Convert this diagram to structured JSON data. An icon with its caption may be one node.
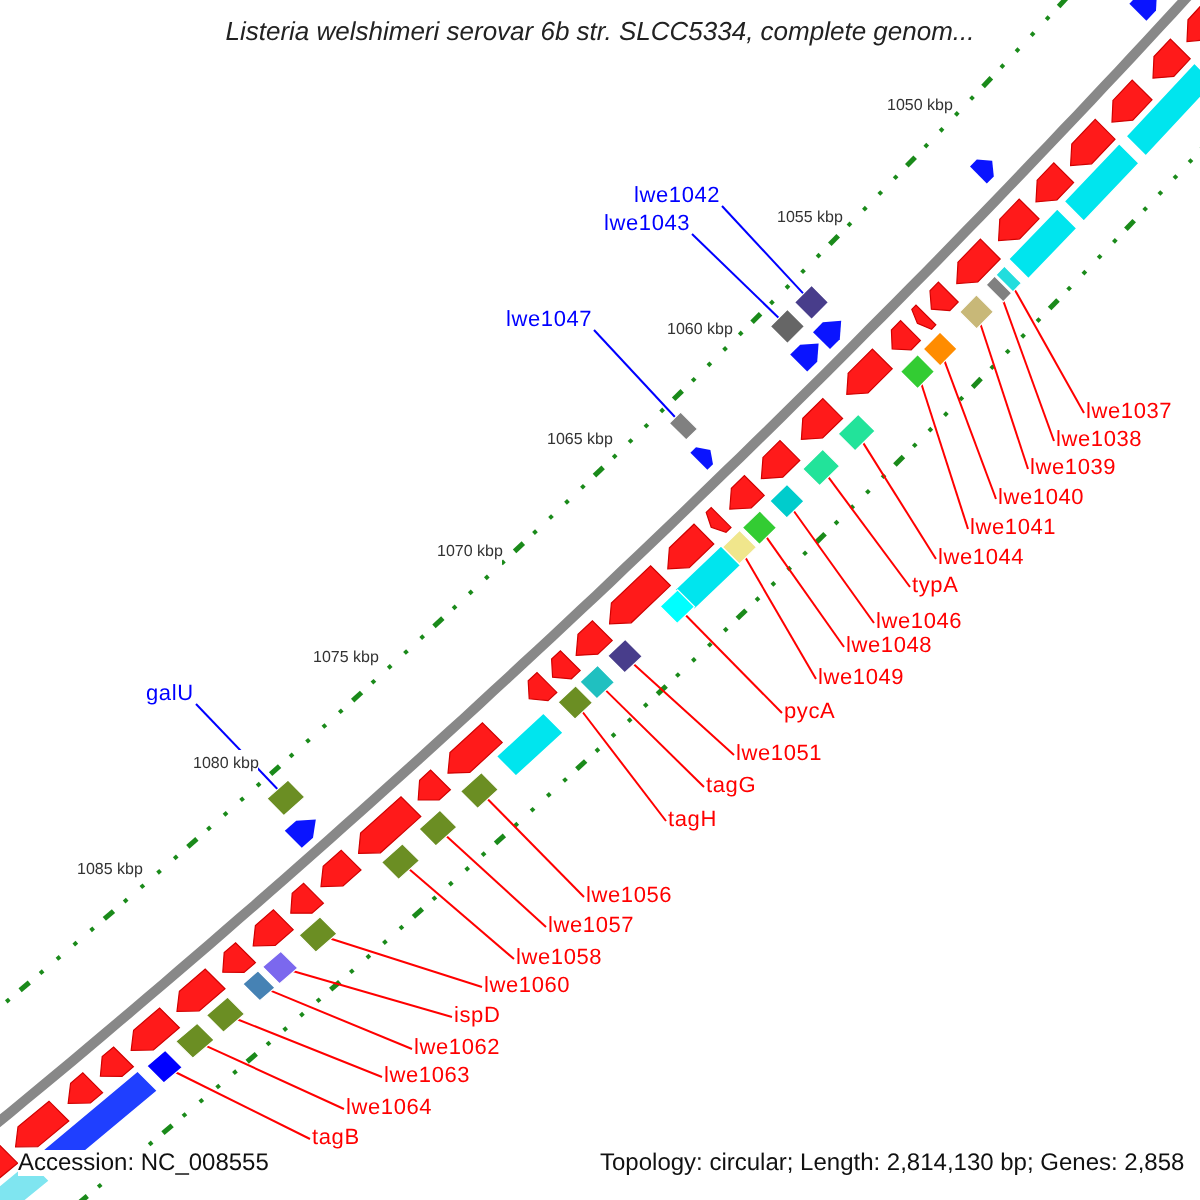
{
  "diagram": {
    "title": "Listeria welshimeri serovar 6b str. SLCC5334, complete genom...",
    "nodes": [
      {
        "text": [
          "lwe1042"
        ]
      },
      {
        "text": [],
        "shape": "diamond"
      },
      {
        "text": [
          "lwe1043"
        ]
      },
      {
        "text": [],
        "shape": "diamond"
      },
      {
        "text": [
          "lwe1047"
        ]
      },
      {
        "text": [],
        "shape": "diamond"
      },
      {
        "text": [
          "galU"
        ]
      },
      {
        "text": [],
        "shape": "diamond"
      },
      {
        "text": [
          "lwe1037"
        ]
      },
      {
        "text": [],
        "shape": "diamond"
      },
      {
        "text": [
          "lwe1038"
        ]
      },
      {
        "text": [],
        "shape": "diamond"
      },
      {
        "text": [
          "lwe1039"
        ]
      },
      {
        "text": [],
        "shape": "diamond"
      },
      {
        "text": [
          "lwe1040"
        ]
      },
      {
        "text": [],
        "shape": "diamond"
      },
      {
        "text": [
          "lwe1041"
        ]
      },
      {
        "text": [],
        "shape": "diamond"
      },
      {
        "text": [
          "lwe1044"
        ]
      },
      {
        "text": [],
        "shape": "diamond"
      },
      {
        "text": [
          "typA"
        ]
      },
      {
        "text": [],
        "shape": "diamond"
      },
      {
        "text": [
          "lwe1046"
        ]
      },
      {
        "text": [],
        "shape": "diamond"
      },
      {
        "text": [
          "lwe1048"
        ]
      },
      {
        "text": [],
        "shape": "diamond"
      },
      {
        "text": [
          "lwe1049"
        ]
      },
      {
        "text": [],
        "shape": "diamond"
      },
      {
        "text": [
          "pycA"
        ]
      },
      {
        "text": [],
        "shape": "diamond"
      },
      {
        "text": [
          "lwe1051"
        ]
      },
      {
        "text": [],
        "shape": "diamond"
      },
      {
        "text": [
          "tagG"
        ]
      },
      {
        "text": [],
        "shape": "diamond"
      },
      {
        "text": [
          "tagH"
        ]
      },
      {
        "text": [],
        "shape": "diamond"
      },
      {
        "text": [
          "lwe1056"
        ]
      },
      {
        "text": [],
        "shape": "diamond"
      },
      {
        "text": [
          "lwe1057"
        ]
      },
      {
        "text": [],
        "shape": "diamond"
      },
      {
        "text": [
          "lwe1058"
        ]
      },
      {
        "text": [],
        "shape": "diamond"
      },
      {
        "text": [
          "lwe1060"
        ]
      },
      {
        "text": [],
        "shape": "diamond"
      },
      {
        "text": [
          "ispD"
        ]
      },
      {
        "text": [],
        "shape": "diamond"
      },
      {
        "text": [
          "lwe1062"
        ]
      },
      {
        "text": [],
        "shape": "diamond"
      },
      {
        "text": [
          "lwe1063"
        ]
      },
      {
        "text": [],
        "shape": "diamond"
      },
      {
        "text": [
          "lwe1064"
        ]
      },
      {
        "text": [],
        "shape": "diamond"
      },
      {
        "text": [
          "tagB"
        ]
      },
      {
        "text": [],
        "shape": "diamond"
      }
    ],
    "edges": [
      {
        "from": 0,
        "to": 1,
        "arrow": "none",
        "color": "#0000ff"
      },
      {
        "from": 2,
        "to": 3,
        "arrow": "none",
        "color": "#0000ff"
      },
      {
        "from": 4,
        "to": 5,
        "arrow": "none",
        "color": "#0000ff"
      },
      {
        "from": 6,
        "to": 7,
        "arrow": "none",
        "color": "#0000ff"
      },
      {
        "from": 8,
        "to": 9,
        "arrow": "none"
      },
      {
        "from": 10,
        "to": 11,
        "arrow": "none"
      },
      {
        "from": 12,
        "to": 13,
        "arrow": "none"
      },
      {
        "from": 14,
        "to": 15,
        "arrow": "none"
      },
      {
        "from": 16,
        "to": 17,
        "arrow": "none"
      },
      {
        "from": 18,
        "to": 19,
        "arrow": "none"
      },
      {
        "from": 20,
        "to": 21,
        "arrow": "none"
      },
      {
        "from": 22,
        "to": 23,
        "arrow": "none"
      },
      {
        "from": 24,
        "to": 25,
        "arrow": "none"
      },
      {
        "from": 26,
        "to": 27,
        "arrow": "none"
      },
      {
        "from": 28,
        "to": 29,
        "arrow": "none"
      },
      {
        "from": 30,
        "to": 31,
        "arrow": "none"
      },
      {
        "from": 32,
        "to": 33,
        "arrow": "none"
      },
      {
        "from": 34,
        "to": 35,
        "arrow": "none"
      },
      {
        "from": 36,
        "to": 37,
        "arrow": "none"
      },
      {
        "from": 38,
        "to": 39,
        "arrow": "none"
      },
      {
        "from": 40,
        "to": 41,
        "arrow": "none"
      },
      {
        "from": 42,
        "to": 43,
        "arrow": "none"
      },
      {
        "from": 44,
        "to": 45,
        "arrow": "none"
      },
      {
        "from": 46,
        "to": 47,
        "arrow": "none"
      },
      {
        "from": 48,
        "to": 49,
        "arrow": "none"
      },
      {
        "from": 50,
        "to": 51,
        "arrow": "none"
      },
      {
        "from": 52,
        "to": 53,
        "arrow": "none"
      }
    ],
    "labels": [
      "1050 kbp",
      "1055 kbp",
      "1060 kbp",
      "1065 kbp",
      "1070 kbp",
      "1075 kbp",
      "1080 kbp",
      "1085 kbp",
      "Accession: NC_008555",
      "Topology: circular; Length: 2,814,130 bp; Genes: 2,858"
    ]
  }
}
